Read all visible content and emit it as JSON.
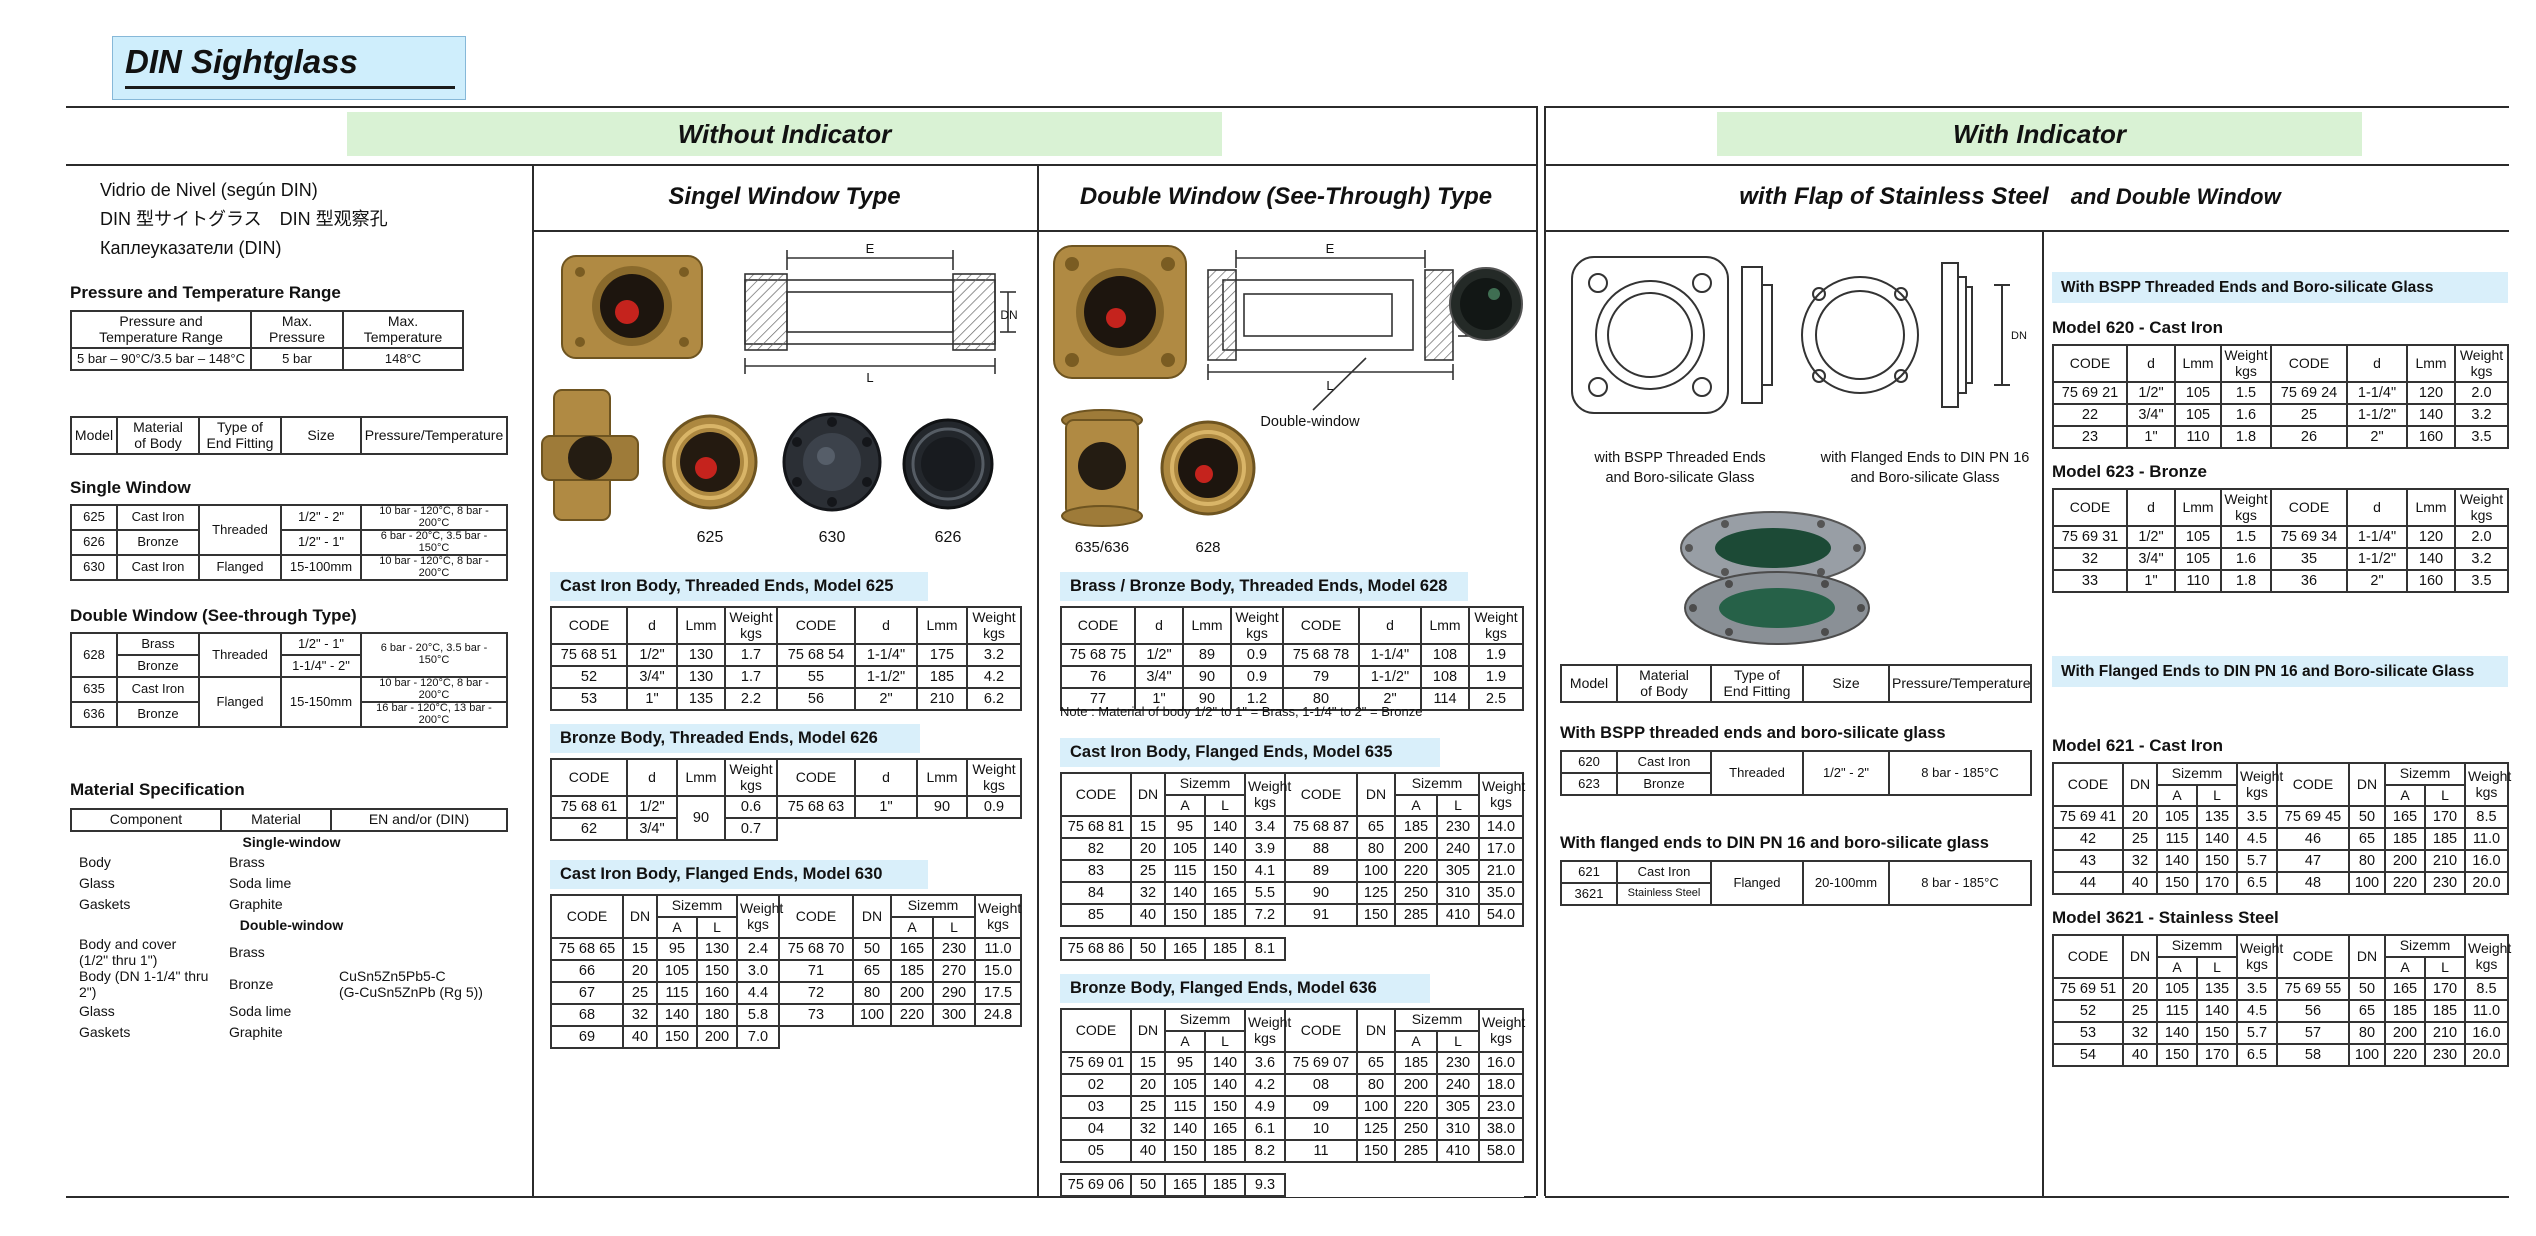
{
  "page": {
    "title": "DIN Sightglass"
  },
  "colors": {
    "banner_green": "#d9f2d4",
    "title_blue": "#cfeefc",
    "table_title_blue": "#d9effa",
    "brass": "#b08a43",
    "glass_dark": "#1d150e",
    "float_red": "#c5231d"
  },
  "banners": {
    "without": "Without Indicator",
    "with_ind": "With Indicator"
  },
  "subheads": {
    "single": "Singel Window Type",
    "double": "Double Window (See-Through) Type",
    "flap1": "with Flap of Stainless Steel",
    "flap2": "and Double Window"
  },
  "labels": {
    "code": "CODE",
    "d": "d",
    "lmm": "Lmm",
    "weight": "Weight",
    "kgs": "kgs",
    "dn": "DN",
    "sizemm": "Sizemm",
    "a": "A",
    "l": "L",
    "model": "Model",
    "material": "Material\nof Body",
    "fitting": "Type of\nEnd Fitting",
    "size": "Size",
    "pt": "Pressure/Temperature"
  },
  "img": {
    "e": "E",
    "dn": "DN",
    "l": "L",
    "m625": "625",
    "m630": "630",
    "m626": "626",
    "m635": "635/636",
    "m628": "628",
    "dw": "Double-window"
  },
  "info": {
    "lang1": "Vidrio de Nivel (según DIN)",
    "lang2": "DIN 型サイトグラス　DIN 型观察孔",
    "lang3": "Каплеуказатели (DIN)",
    "ptr_title": "Pressure and Temperature Range",
    "ptr_headers": [
      "Pressure and\nTemperature Range",
      "Max.\nPressure",
      "Max.\nTemperature"
    ],
    "ptr_rows": [
      [
        "5 bar – 90°C/3.5 bar – 148°C",
        "5 bar",
        "148°C"
      ]
    ],
    "single_title": "Single Window",
    "single_rows": [
      [
        "625",
        "Cast Iron",
        {
          "t": "Threaded",
          "rs": 2
        },
        "1/2\" - 2\"",
        {
          "t": "10 bar - 120°C, 8 bar - 200°C",
          "cl": "sm"
        }
      ],
      [
        "626",
        "Bronze",
        "1/2\" - 1\"",
        {
          "t": "6 bar - 20°C, 3.5 bar - 150°C",
          "cl": "sm"
        }
      ],
      [
        "630",
        "Cast Iron",
        "Flanged",
        "15-100mm",
        {
          "t": "10 bar - 120°C, 8 bar - 200°C",
          "cl": "sm"
        }
      ]
    ],
    "double_title": "Double Window (See-through Type)",
    "double_rows": [
      [
        {
          "t": "628",
          "rs": 2
        },
        "Brass",
        {
          "t": "Threaded",
          "rs": 2
        },
        "1/2\" - 1\"",
        {
          "t": "6 bar - 20°C, 3.5 bar - 150°C",
          "rs": 2,
          "cl": "sm"
        }
      ],
      [
        "Bronze",
        "1-1/4\" - 2\""
      ],
      [
        "635",
        "Cast Iron",
        {
          "t": "Flanged",
          "rs": 2
        },
        {
          "t": "15-150mm",
          "rs": 2
        },
        {
          "t": "10 bar - 120°C,  8 bar - 200°C",
          "cl": "sm"
        }
      ],
      [
        "636",
        "Bronze",
        {
          "t": "16 bar - 120°C, 13 bar - 200°C",
          "cl": "sm"
        }
      ]
    ],
    "matspec_title": "Material Specification",
    "matspec_headers": [
      "Component",
      "Material",
      "EN and/or (DIN)"
    ],
    "matspec_rows": [
      [
        {
          "t": "Single-window",
          "cs": 3,
          "cl": "sub"
        }
      ],
      [
        "Body",
        "Brass",
        ""
      ],
      [
        "Glass",
        "Soda lime",
        ""
      ],
      [
        "Gaskets",
        "Graphite",
        ""
      ],
      [
        {
          "t": "Double-window",
          "cs": 3,
          "cl": "sub"
        }
      ],
      [
        "Body and cover\n(1/2\" thru 1\")",
        "Brass",
        ""
      ],
      [
        "Body (DN 1-1/4\" thru 2\")",
        "Bronze",
        "CuSn5Zn5Pb5-C\n(G-CuSn5ZnPb (Rg 5))"
      ],
      [
        "Glass",
        "Soda lime",
        ""
      ],
      [
        "Gaskets",
        "Graphite",
        ""
      ]
    ]
  },
  "single": {
    "t625_title": "Cast Iron Body, Threaded Ends, Model 625",
    "t625_rows": [
      [
        "75 68 51",
        "1/2\"",
        "130",
        "1.7",
        "75 68 54",
        "1-1/4\"",
        "175",
        "3.2"
      ],
      [
        "52",
        "3/4\"",
        "130",
        "1.7",
        "55",
        "1-1/2\"",
        "185",
        "4.2"
      ],
      [
        "53",
        "1\"",
        "135",
        "2.2",
        "56",
        "2\"",
        "210",
        "6.2"
      ]
    ],
    "t626_title": "Bronze Body, Threaded Ends, Model 626",
    "t626_rows": [
      [
        "75 68 61",
        "1/2\"",
        {
          "t": "90",
          "rs": 2
        },
        "0.6",
        "75 68 63",
        "1\"",
        "90",
        "0.9"
      ],
      [
        "62",
        "3/4\"",
        "0.7",
        {
          "t": "",
          "cl": "nb"
        },
        {
          "t": "",
          "cl": "nb"
        },
        {
          "t": "",
          "cl": "nb"
        },
        {
          "t": "",
          "cl": "nb"
        }
      ]
    ],
    "t630_title": "Cast Iron Body, Flanged Ends, Model 630",
    "t630_rows": [
      [
        "75 68 65",
        "15",
        "95",
        "130",
        "2.4",
        "75 68 70",
        "50",
        "165",
        "230",
        "11.0"
      ],
      [
        "66",
        "20",
        "105",
        "150",
        "3.0",
        "71",
        "65",
        "185",
        "270",
        "15.0"
      ],
      [
        "67",
        "25",
        "115",
        "160",
        "4.4",
        "72",
        "80",
        "200",
        "290",
        "17.5"
      ],
      [
        "68",
        "32",
        "140",
        "180",
        "5.8",
        "73",
        "100",
        "220",
        "300",
        "24.8"
      ],
      [
        "69",
        "40",
        "150",
        "200",
        "7.0",
        {
          "t": "",
          "cl": "nb"
        },
        {
          "t": "",
          "cl": "nb"
        },
        {
          "t": "",
          "cl": "nb"
        },
        {
          "t": "",
          "cl": "nb"
        },
        {
          "t": "",
          "cl": "nb"
        }
      ]
    ]
  },
  "double": {
    "t628_title": "Brass / Bronze Body, Threaded Ends, Model 628",
    "t628_rows": [
      [
        "75 68 75",
        "1/2\"",
        "89",
        "0.9",
        "75 68 78",
        "1-1/4\"",
        "108",
        "1.9"
      ],
      [
        "76",
        "3/4\"",
        "90",
        "0.9",
        "79",
        "1-1/2\"",
        "108",
        "1.9"
      ],
      [
        "77",
        "1\"",
        "90",
        "1.2",
        "80",
        "2\"",
        "114",
        "2.5"
      ]
    ],
    "t628_note": "Note :  Material of body 1/2\" to 1\" = Brass, 1-1/4\" to 2\" = Bronze",
    "t635_title": "Cast Iron Body, Flanged Ends, Model 635",
    "t635_rows": [
      [
        "75 68 81",
        "15",
        "95",
        "140",
        "3.4",
        "75 68 87",
        "65",
        "185",
        "230",
        "14.0"
      ],
      [
        "82",
        "20",
        "105",
        "140",
        "3.9",
        "88",
        "80",
        "200",
        "240",
        "17.0"
      ],
      [
        "83",
        "25",
        "115",
        "150",
        "4.1",
        "89",
        "100",
        "220",
        "305",
        "21.0"
      ],
      [
        "84",
        "32",
        "140",
        "165",
        "5.5",
        "90",
        "125",
        "250",
        "310",
        "35.0"
      ],
      [
        "85",
        "40",
        "150",
        "185",
        "7.2",
        "91",
        "150",
        "285",
        "410",
        "54.0"
      ],
      [
        {
          "t": "",
          "cs": 10,
          "cl": "sp"
        }
      ],
      [
        "75 68 86",
        "50",
        "165",
        "185",
        "8.1",
        {
          "t": "",
          "cl": "nb"
        },
        {
          "t": "",
          "cl": "nb"
        },
        {
          "t": "",
          "cl": "nb"
        },
        {
          "t": "",
          "cl": "nb"
        },
        {
          "t": "",
          "cl": "nb"
        }
      ]
    ],
    "t636_title": "Bronze Body, Flanged Ends, Model 636",
    "t636_rows": [
      [
        "75 69 01",
        "15",
        "95",
        "140",
        "3.6",
        "75 69 07",
        "65",
        "185",
        "230",
        "16.0"
      ],
      [
        "02",
        "20",
        "105",
        "140",
        "4.2",
        "08",
        "80",
        "200",
        "240",
        "18.0"
      ],
      [
        "03",
        "25",
        "115",
        "150",
        "4.9",
        "09",
        "100",
        "220",
        "305",
        "23.0"
      ],
      [
        "04",
        "32",
        "140",
        "165",
        "6.1",
        "10",
        "125",
        "250",
        "310",
        "38.0"
      ],
      [
        "05",
        "40",
        "150",
        "185",
        "8.2",
        "11",
        "150",
        "285",
        "410",
        "58.0"
      ],
      [
        {
          "t": "",
          "cs": 10,
          "cl": "sp"
        }
      ],
      [
        "75 69 06",
        "50",
        "165",
        "185",
        "9.3",
        {
          "t": "",
          "cl": "nb"
        },
        {
          "t": "",
          "cl": "nb"
        },
        {
          "t": "",
          "cl": "nb"
        },
        {
          "t": "",
          "cl": "nb"
        },
        {
          "t": "",
          "cl": "nb"
        }
      ]
    ]
  },
  "indicator": {
    "cap1": "with BSPP Threaded Ends\nand Boro-silicate Glass",
    "cap2": "with Flanged Ends to DIN PN 16\nand Boro-silicate Glass",
    "sec1": "With BSPP threaded ends and boro-silicate glass",
    "sec1_rows": [
      [
        "620",
        "Cast Iron",
        {
          "t": "Threaded",
          "rs": 2
        },
        {
          "t": "1/2\" - 2\"",
          "rs": 2
        },
        {
          "t": "8 bar - 185°C",
          "rs": 2
        }
      ],
      [
        "623",
        "Bronze"
      ]
    ],
    "sec2": "With flanged ends to DIN PN 16 and boro-silicate glass",
    "sec2_rows": [
      [
        "621",
        "Cast Iron",
        {
          "t": "Flanged",
          "rs": 2
        },
        {
          "t": "20-100mm",
          "rs": 2
        },
        {
          "t": "8 bar - 185°C",
          "rs": 2
        }
      ],
      [
        "3621",
        {
          "t": "Stainless Steel",
          "cl": "sm"
        }
      ]
    ]
  },
  "right": {
    "head1": "With BSPP Threaded Ends and Boro-silicate Glass",
    "m620": "Model 620 - Cast Iron",
    "t620_rows": [
      [
        "75 69 21",
        "1/2\"",
        "105",
        "1.5",
        "75 69 24",
        "1-1/4\"",
        "120",
        "2.0"
      ],
      [
        "22",
        "3/4\"",
        "105",
        "1.6",
        "25",
        "1-1/2\"",
        "140",
        "3.2"
      ],
      [
        "23",
        "1\"",
        "110",
        "1.8",
        "26",
        "2\"",
        "160",
        "3.5"
      ]
    ],
    "m623": "Model 623 - Bronze",
    "t623_rows": [
      [
        "75 69 31",
        "1/2\"",
        "105",
        "1.5",
        "75 69 34",
        "1-1/4\"",
        "120",
        "2.0"
      ],
      [
        "32",
        "3/4\"",
        "105",
        "1.6",
        "35",
        "1-1/2\"",
        "140",
        "3.2"
      ],
      [
        "33",
        "1\"",
        "110",
        "1.8",
        "36",
        "2\"",
        "160",
        "3.5"
      ]
    ],
    "head2": "With Flanged Ends to DIN PN 16 and Boro-silicate Glass",
    "m621": "Model 621 - Cast Iron",
    "t621_rows": [
      [
        "75 69 41",
        "20",
        "105",
        "135",
        "3.5",
        "75 69 45",
        "50",
        "165",
        "170",
        "8.5"
      ],
      [
        "42",
        "25",
        "115",
        "140",
        "4.5",
        "46",
        "65",
        "185",
        "185",
        "11.0"
      ],
      [
        "43",
        "32",
        "140",
        "150",
        "5.7",
        "47",
        "80",
        "200",
        "210",
        "16.0"
      ],
      [
        "44",
        "40",
        "150",
        "170",
        "6.5",
        "48",
        "100",
        "220",
        "230",
        "20.0"
      ]
    ],
    "m3621": "Model 3621 - Stainless Steel",
    "t3621_rows": [
      [
        "75 69 51",
        "20",
        "105",
        "135",
        "3.5",
        "75 69 55",
        "50",
        "165",
        "170",
        "8.5"
      ],
      [
        "52",
        "25",
        "115",
        "140",
        "4.5",
        "56",
        "65",
        "185",
        "185",
        "11.0"
      ],
      [
        "53",
        "32",
        "140",
        "150",
        "5.7",
        "57",
        "80",
        "200",
        "210",
        "16.0"
      ],
      [
        "54",
        "40",
        "150",
        "170",
        "6.5",
        "58",
        "100",
        "220",
        "230",
        "20.0"
      ]
    ]
  }
}
